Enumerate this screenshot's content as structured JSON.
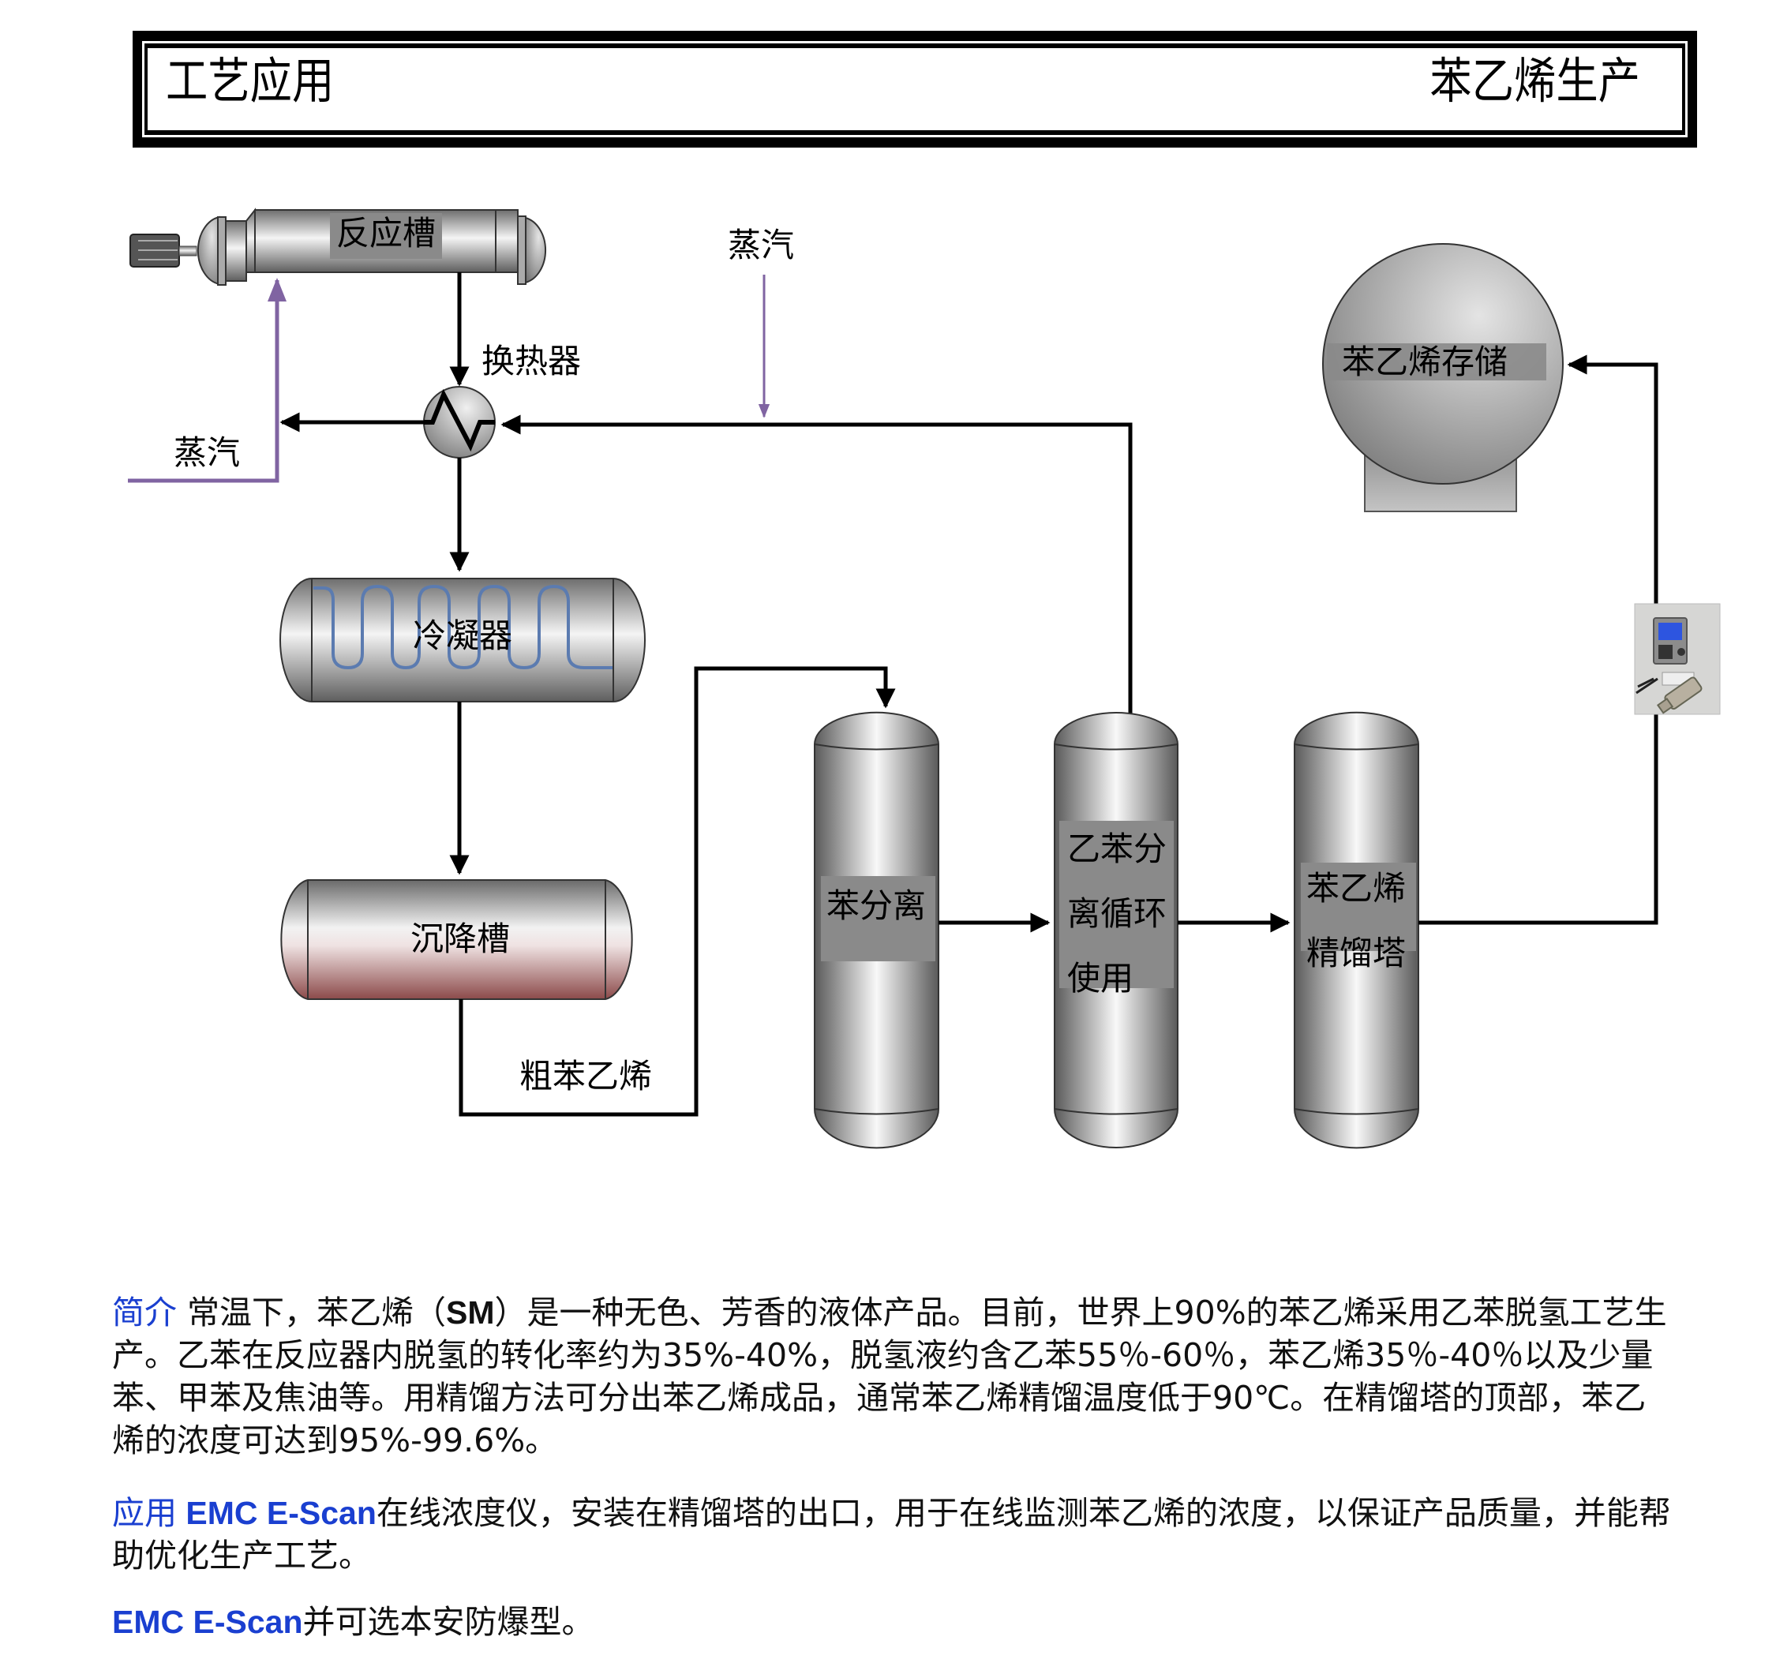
{
  "header": {
    "left_title": "工艺应用",
    "right_title": "苯乙烯生产"
  },
  "diagram": {
    "equipment": {
      "reactor": "反应槽",
      "heat_exchanger": "换热器",
      "condenser": "冷凝器",
      "settling_tank": "沉降槽",
      "benzene_column": "苯分离",
      "ethylbenzene_column_lines": [
        "乙苯分",
        "离循环",
        "使用"
      ],
      "styrene_column_lines": [
        "苯乙烯",
        "精馏塔"
      ],
      "storage_tank": "苯乙烯存储"
    },
    "streams": {
      "steam_left": "蒸汽",
      "steam_top": "蒸汽",
      "crude_styrene": "粗苯乙烯"
    },
    "instrument": "EMC E-Scan analyzer",
    "colors": {
      "steam_line": "#8064a2",
      "process_line": "#000000",
      "condenser_coil": "#5b7bb0",
      "settling_liquid": "#8c4a4a"
    }
  },
  "text": {
    "intro": {
      "label": "简介",
      "before_sm": " 常温下，苯乙烯（",
      "sm": "SM",
      "after_sm": "）是一种无色、芳香的液体产品。目前，世界上90%的苯乙烯采用乙苯脱氢工艺生产。乙苯在反应器内脱氢的转化率约为35%-40%，脱氢液约含乙苯55％-60％，苯乙烯35％-40％以及少量苯、甲苯及焦油等。用精馏方法可分出苯乙烯成品，通常苯乙烯精馏温度低于90℃。在精馏塔的顶部，苯乙烯的浓度可达到95%-99.6%。"
    },
    "application": {
      "label": "应用",
      "product": " EMC E-Scan",
      "body": "在线浓度仪，安装在精馏塔的出口，用于在线监测苯乙烯的浓度，以保证产品质量，并能帮助优化生产工艺。"
    },
    "note": {
      "product": "EMC E-Scan",
      "body": "并可选本安防爆型。"
    }
  }
}
